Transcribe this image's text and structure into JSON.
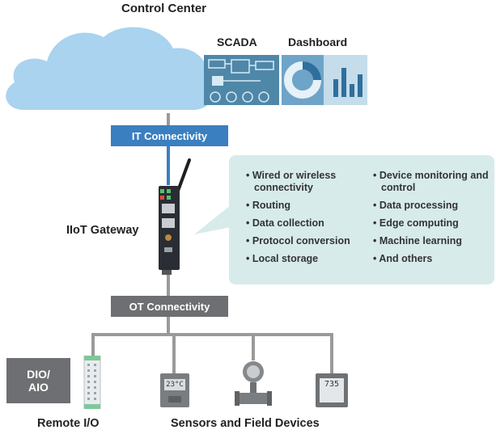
{
  "control_center": {
    "title": "Control Center",
    "scada_label": "SCADA",
    "dashboard_label": "Dashboard"
  },
  "it_connectivity": "IT Connectivity",
  "gateway": {
    "label": "IIoT Gateway"
  },
  "features": {
    "left": [
      "Wired or wireless connectivity",
      "Routing",
      "Data collection",
      "Protocol conversion",
      "Local storage"
    ],
    "right": [
      "Device monitoring and control",
      "Data processing",
      "Edge computing",
      "Machine learning",
      "And others"
    ]
  },
  "ot_connectivity": "OT Connectivity",
  "field": {
    "dio_label": "DIO/\nAIO",
    "remote_io_label": "Remote I/O",
    "sensors_label": "Sensors and Field Devices",
    "meter_display": "23°C",
    "panel_display": "735"
  },
  "colors": {
    "cloud": "#a9d3ef",
    "it_blue": "#3a7fbf",
    "ot_gray": "#6d6f72",
    "feature_box": "#d7ebeb"
  }
}
